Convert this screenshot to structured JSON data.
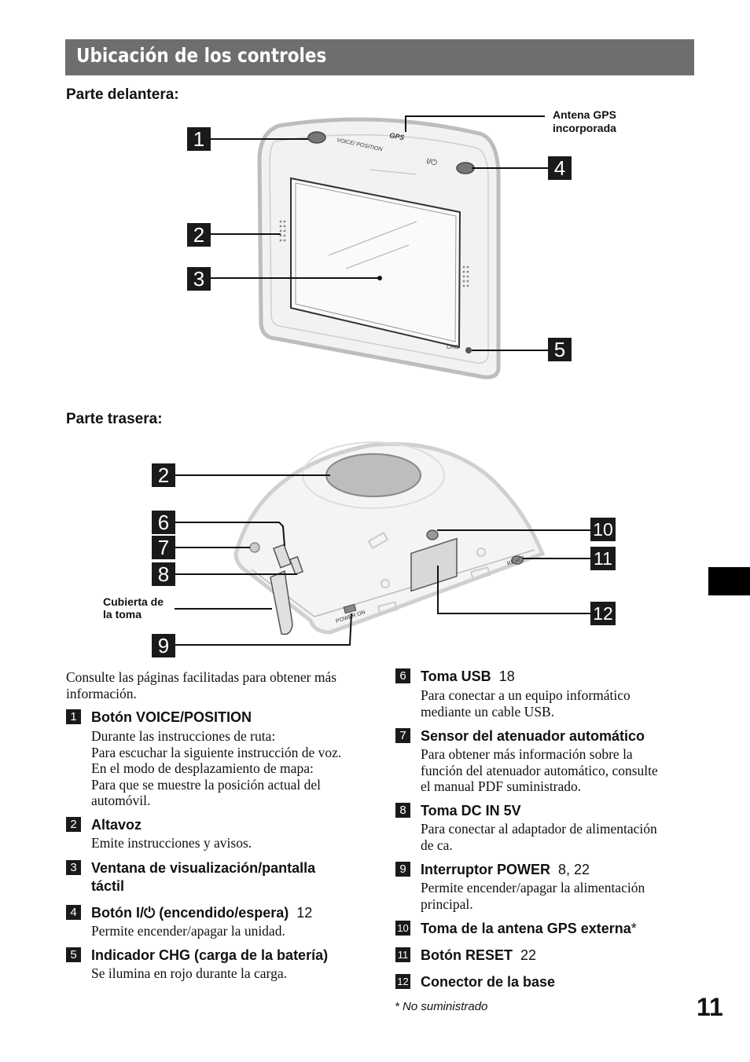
{
  "header": {
    "title": "Ubicación de los controles"
  },
  "front": {
    "heading": "Parte delantera:",
    "gps_label_line1": "Antena GPS",
    "gps_label_line2": "incorporada",
    "device_text": {
      "voice_position": "VOICE/ POSITION",
      "gps": "GPS",
      "chg": "CHG"
    }
  },
  "rear": {
    "heading": "Parte trasera:",
    "cover_label_line1": "Cubierta de",
    "cover_label_line2": "la toma",
    "device_text": {
      "power": "POWER ON",
      "reset": "RESET"
    }
  },
  "callout_numbers": [
    "1",
    "2",
    "3",
    "4",
    "5",
    "2",
    "6",
    "7",
    "8",
    "9",
    "10",
    "11",
    "12"
  ],
  "intro": "Consulte las páginas facilitadas para obtener más información.",
  "items": [
    {
      "num": "1",
      "title": "Botón VOICE/POSITION",
      "page": "",
      "desc": [
        "Durante las instrucciones de ruta:",
        "Para escuchar la siguiente instrucción de voz.",
        "En el modo de desplazamiento de mapa:",
        "Para que se muestre la posición actual del",
        "automóvil."
      ]
    },
    {
      "num": "2",
      "title": "Altavoz",
      "page": "",
      "desc": [
        "Emite instrucciones y avisos."
      ]
    },
    {
      "num": "3",
      "title_lines": [
        "Ventana de visualización/pantalla",
        "táctil"
      ],
      "page": "",
      "desc": []
    },
    {
      "num": "4",
      "title": "Botón I/",
      "title_suffix": " (encendido/espera)",
      "page": "12",
      "desc": [
        "Permite encender/apagar la unidad."
      ]
    },
    {
      "num": "5",
      "title": "Indicador CHG (carga de la batería)",
      "page": "",
      "desc": [
        "Se ilumina en rojo durante la carga."
      ]
    },
    {
      "num": "6",
      "title": "Toma USB",
      "page": "18",
      "desc": [
        "Para conectar a un equipo informático",
        "mediante un cable USB."
      ]
    },
    {
      "num": "7",
      "title": "Sensor del atenuador automático",
      "page": "",
      "desc": [
        "Para obtener más información sobre la",
        "función del atenuador automático, consulte",
        "el manual PDF suministrado."
      ]
    },
    {
      "num": "8",
      "title": "Toma DC IN 5V",
      "page": "",
      "desc": [
        "Para conectar al adaptador de alimentación",
        "de ca."
      ]
    },
    {
      "num": "9",
      "title": "Interruptor POWER",
      "page": "8, 22",
      "desc": [
        "Permite encender/apagar la alimentación",
        "principal."
      ]
    },
    {
      "num": "10",
      "title": "Toma de la antena GPS externa",
      "page": "*",
      "desc": []
    },
    {
      "num": "11",
      "title": "Botón RESET",
      "page": "22",
      "desc": []
    },
    {
      "num": "12",
      "title": "Conector de la base",
      "page": "",
      "desc": []
    }
  ],
  "footnote": "*  No suministrado",
  "page_number": "11",
  "colors": {
    "title_bar": "#6e6e6e",
    "box": "#1a1a1a"
  }
}
